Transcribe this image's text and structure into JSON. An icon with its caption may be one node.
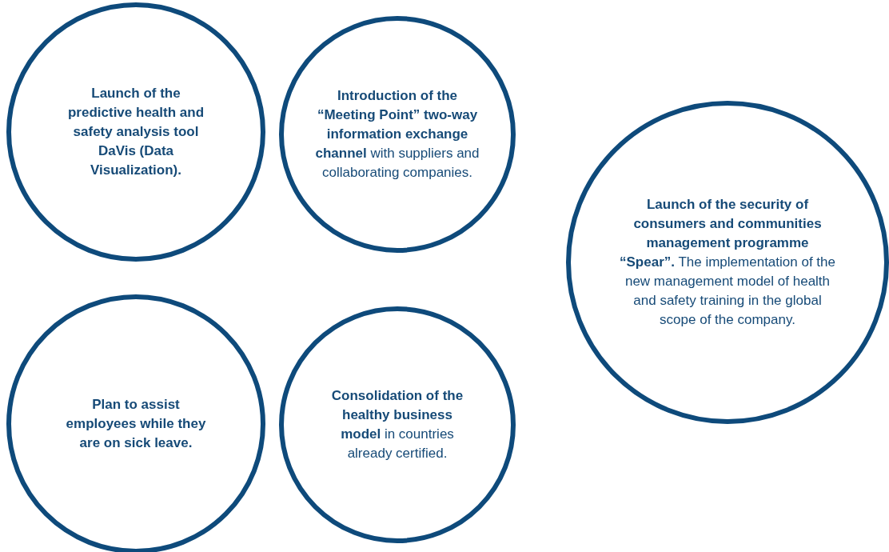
{
  "diagram": {
    "nodes": [
      {
        "text": [
          "Launch of the predictive health and safety analysis tool DaVis (Data Visualization)."
        ]
      },
      {
        "text": [
          "**Introduction of the “Meeting Point” two-way information exchange channel** with suppliers and collaborating companies."
        ]
      },
      {
        "text": [
          "**Launch of the security of consumers and communities management programme “Spear”.** The implementation of the new management model of health and safety training in the global scope of the company."
        ]
      },
      {
        "text": [
          "Plan to assist employees while they are on sick leave."
        ]
      },
      {
        "text": [
          "**Consolidation of the healthy business model** in countries already certified."
        ]
      }
    ]
  }
}
